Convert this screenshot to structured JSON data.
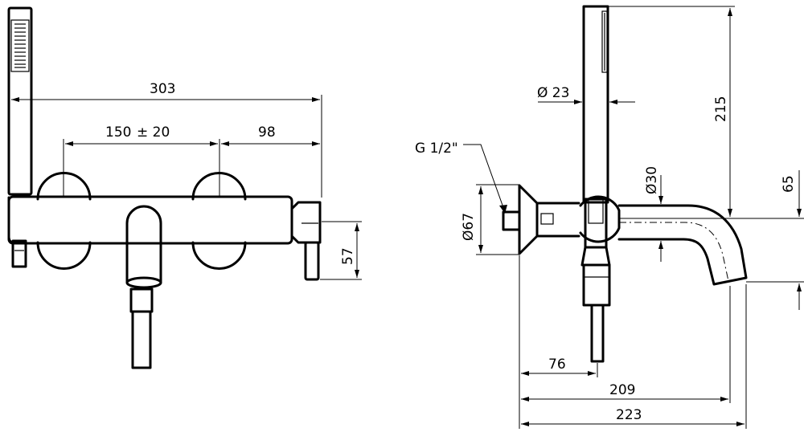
{
  "dimensions": {
    "width_303": "303",
    "offset_150": "150",
    "tolerance": "± 20",
    "offset_98": "98",
    "height_57": "57",
    "diameter_23": "Ø 23",
    "thread": "G 1/2\"",
    "diameter_67": "Ø67",
    "diameter_30": "Ø30",
    "height_215": "215",
    "height_65": "65",
    "depth_76": "76",
    "depth_209": "209",
    "depth_223": "223"
  }
}
